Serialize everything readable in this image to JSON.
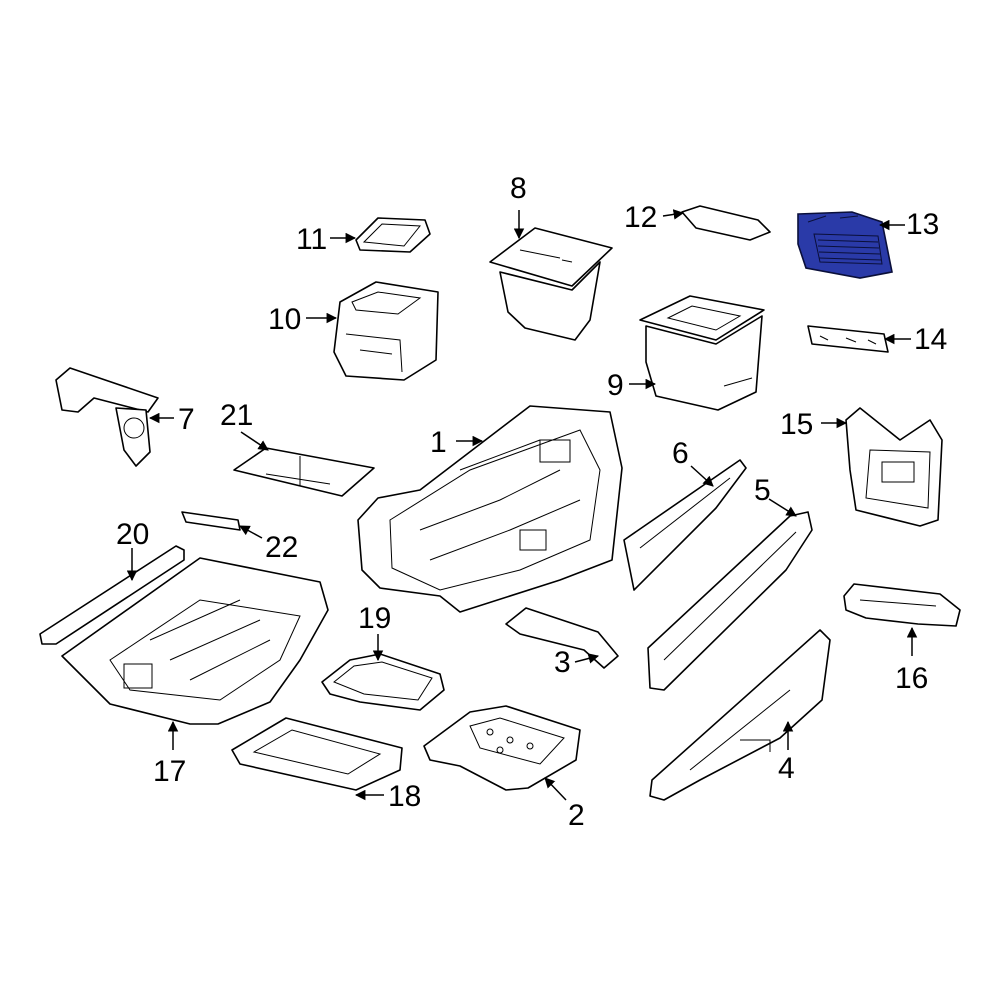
{
  "diagram": {
    "highlight_color": "#2a3aa8",
    "callouts": [
      {
        "id": "1",
        "label": "1"
      },
      {
        "id": "2",
        "label": "2"
      },
      {
        "id": "3",
        "label": "3"
      },
      {
        "id": "4",
        "label": "4"
      },
      {
        "id": "5",
        "label": "5"
      },
      {
        "id": "6",
        "label": "6"
      },
      {
        "id": "7",
        "label": "7"
      },
      {
        "id": "8",
        "label": "8"
      },
      {
        "id": "9",
        "label": "9"
      },
      {
        "id": "10",
        "label": "10"
      },
      {
        "id": "11",
        "label": "11"
      },
      {
        "id": "12",
        "label": "12"
      },
      {
        "id": "13",
        "label": "13",
        "highlighted": true
      },
      {
        "id": "14",
        "label": "14"
      },
      {
        "id": "15",
        "label": "15"
      },
      {
        "id": "16",
        "label": "16"
      },
      {
        "id": "17",
        "label": "17"
      },
      {
        "id": "18",
        "label": "18"
      },
      {
        "id": "19",
        "label": "19"
      },
      {
        "id": "20",
        "label": "20"
      },
      {
        "id": "21",
        "label": "21"
      },
      {
        "id": "22",
        "label": "22"
      }
    ]
  }
}
